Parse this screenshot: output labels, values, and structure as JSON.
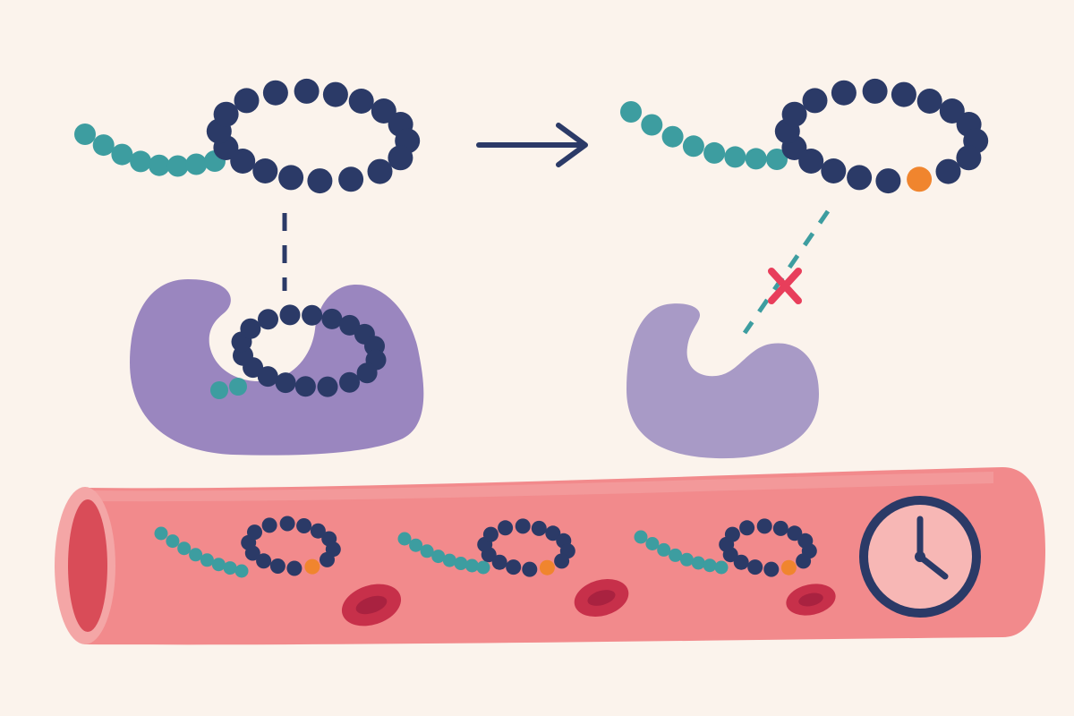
{
  "colors": {
    "background": "#fbf3ec",
    "chain_bead": "#2b3a67",
    "tail_bead": "#3d9da0",
    "modification": "#f0852e",
    "receptor_bound": "#9a86bf",
    "receptor_unbound": "#a89ac6",
    "arrow": "#2b3a67",
    "dashed_line_bound": "#2b3a67",
    "dashed_line_blocked": "#3d9da0",
    "block_mark": "#e83e5b",
    "vessel_outer": "#f28a8c",
    "vessel_inner": "#f4a6a6",
    "vessel_opening": "#d94c58",
    "red_blood_cell": "#c7304a",
    "red_blood_cell_center": "#a92240",
    "clock_face": "#f7b7b5",
    "clock_frame": "#2b3a67"
  },
  "icons": {
    "process_arrow": "right-arrow-icon",
    "blocked_binding": "x-mark-icon",
    "time": "clock-icon"
  },
  "panels": {
    "unmodified_peptide": {
      "tail_beads": 8,
      "ring_beads": 18,
      "modified": false
    },
    "modified_peptide": {
      "tail_beads": 8,
      "ring_beads": 18,
      "modified": true
    },
    "bound_receptor": {
      "binds_peptide": true
    },
    "unbound_receptor": {
      "binds_peptide": false
    },
    "blood_vessel": {
      "circulating_peptides": 3,
      "red_blood_cells": 3
    }
  }
}
